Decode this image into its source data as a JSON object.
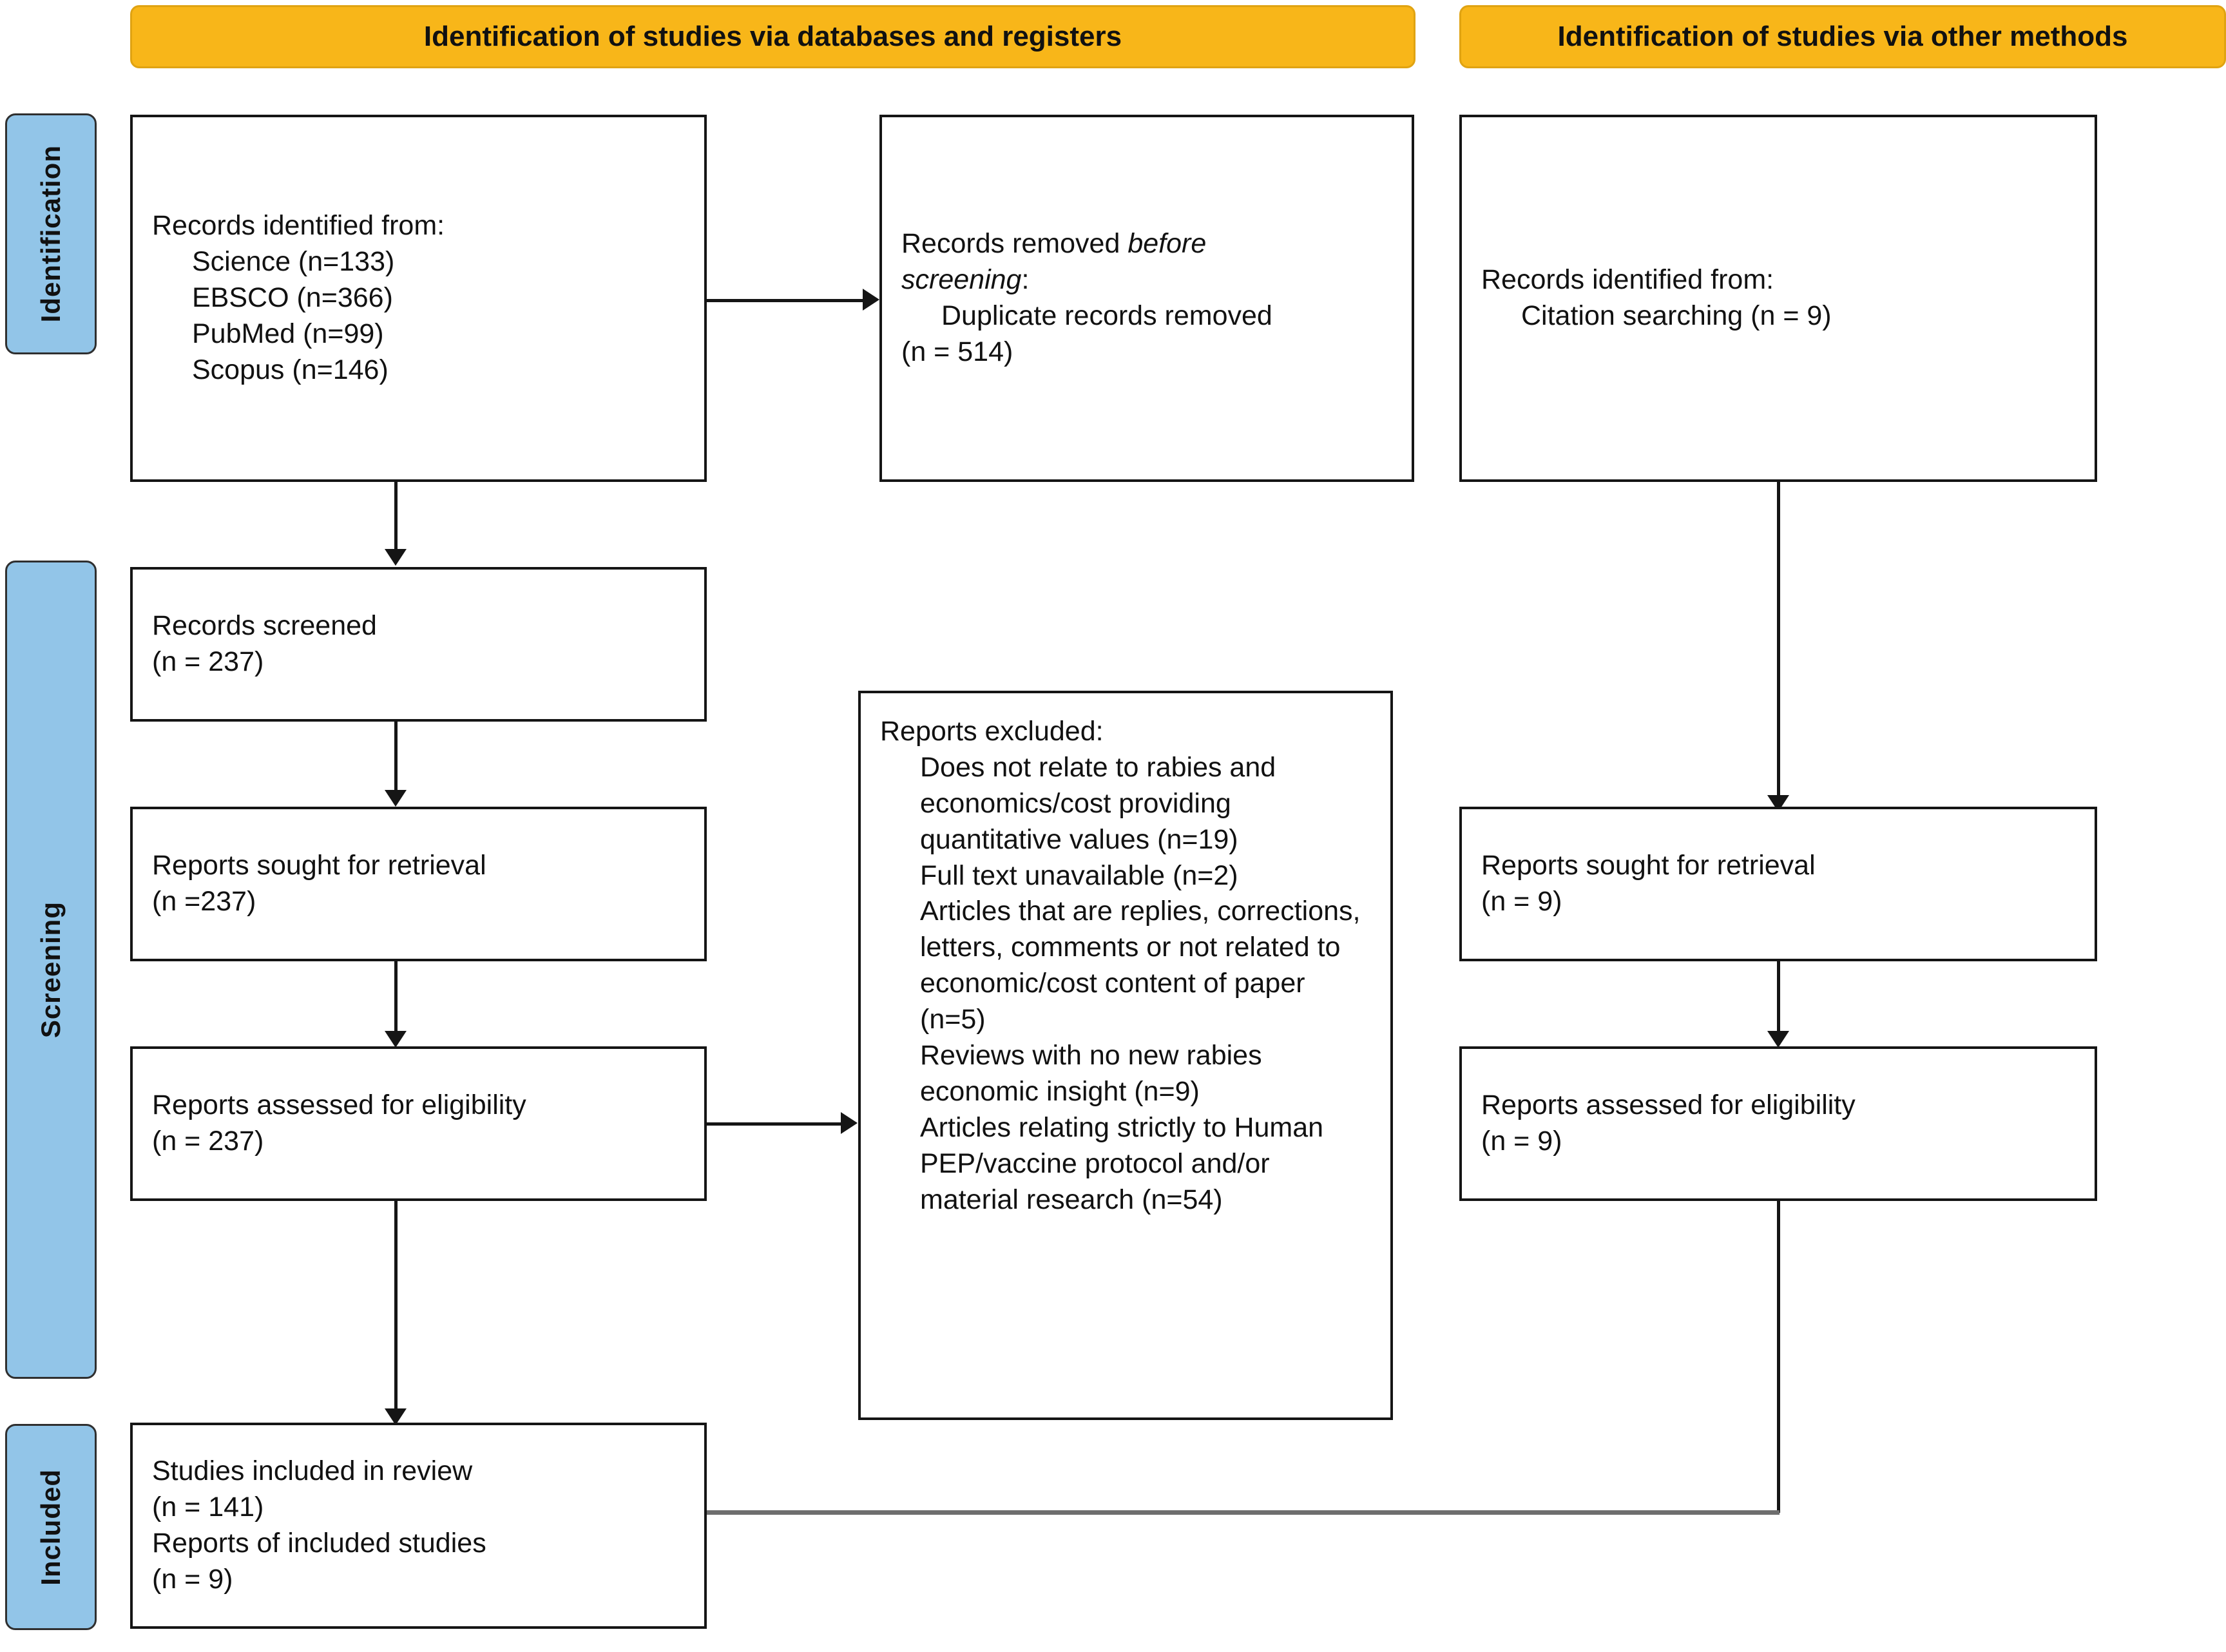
{
  "diagram": {
    "title": "PRISMA 2020 flow diagram",
    "colors": {
      "banner_fill": "#F8B619",
      "banner_border": "#E0A312",
      "stagebar_fill": "#92C5E8",
      "box_border": "#151515",
      "connector": "#151515",
      "connector_gray": "#6E6E6E"
    }
  },
  "banners": {
    "databases": "Identification of studies via databases and registers",
    "other": "Identification of studies via other methods"
  },
  "stages": {
    "identification": "Identification",
    "screening": "Screening",
    "included": "Included"
  },
  "boxes": {
    "records_identified": {
      "heading": "Records identified from:",
      "items": [
        "Science (n=133)",
        "EBSCO (n=366)",
        "PubMed (n=99)",
        "Scopus (n=146)"
      ]
    },
    "records_removed": {
      "line1_a": "Records removed ",
      "line1_italic": "before",
      "line2_italic": "screening",
      "line2_b": ":",
      "item1": "Duplicate records removed",
      "item2": "(n = 514)"
    },
    "other_identified": {
      "heading": "Records identified from:",
      "items": [
        "Citation searching (n = 9)"
      ]
    },
    "records_screened": {
      "line1": "Records screened",
      "line2": "(n = 237)"
    },
    "reports_sought_left": {
      "line1": "Reports sought for retrieval",
      "line2": "(n =237)"
    },
    "reports_assessed_left": {
      "line1": "Reports assessed for eligibility",
      "line2": "(n = 237)"
    },
    "reports_excluded": {
      "heading": "Reports excluded:",
      "items": [
        "Does not relate to rabies and economics/cost providing quantitative values (n=19)",
        "Full text unavailable (n=2)",
        "Articles that are replies, corrections, letters, comments or not related to economic/cost content of paper (n=5)",
        "Reviews with no new rabies economic insight (n=9)",
        "Articles relating strictly to Human PEP/vaccine protocol and/or material research (n=54)"
      ]
    },
    "reports_sought_right": {
      "line1": "Reports sought for retrieval",
      "line2": "(n = 9)"
    },
    "reports_assessed_right": {
      "line1": "Reports assessed for eligibility",
      "line2": "(n = 9)"
    },
    "studies_included": {
      "line1": "Studies included in review",
      "line2": "(n = 141)",
      "line3": "Reports of included studies",
      "line4": "(n = 9)"
    }
  }
}
